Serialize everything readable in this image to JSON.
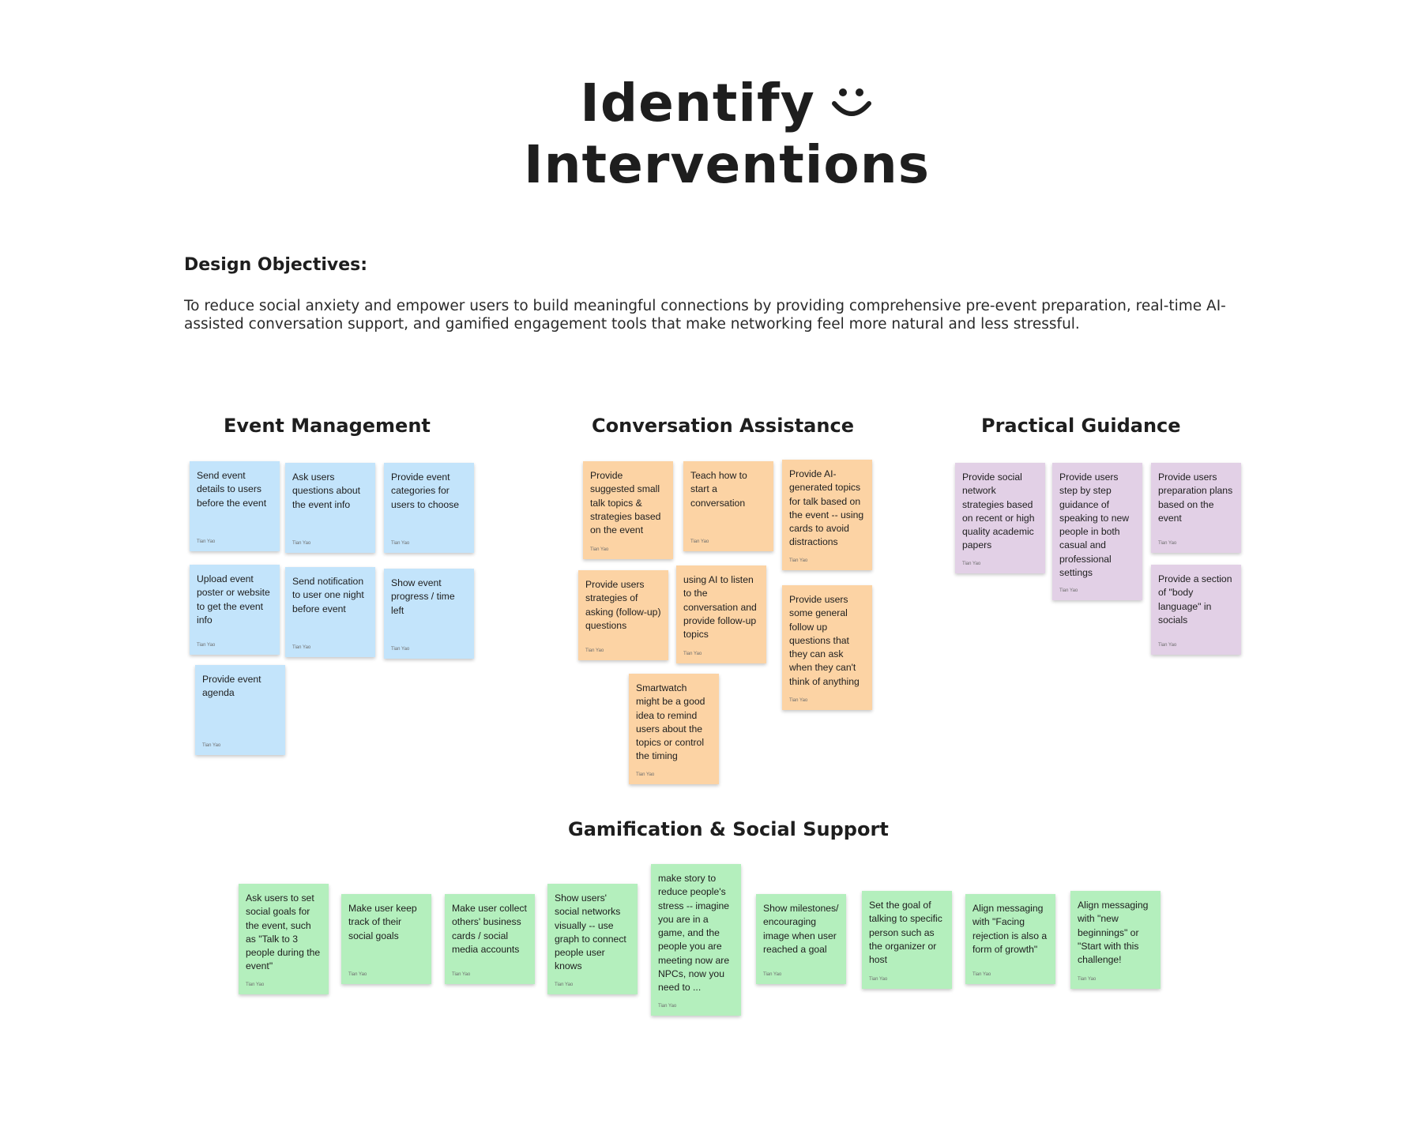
{
  "title": {
    "line1": "Identify",
    "line2": "Interventions"
  },
  "objectives": {
    "heading": "Design Objectives:",
    "text": "To reduce social anxiety and empower users to build meaningful connections by providing comprehensive pre-event preparation, real-time AI-assisted conversation support, and gamified engagement tools that make networking feel more natural and less stressful."
  },
  "colors": {
    "event_management": "#c3e4fb",
    "conversation_assistance": "#fcd3a4",
    "practical_guidance": "#e2d0e6",
    "gamification": "#b4efbd"
  },
  "groups": {
    "event_management": {
      "title": "Event Management",
      "notes": [
        {
          "text": "Send event details to users before the event",
          "author": "Tian Yao"
        },
        {
          "text": "Ask users questions about the event info",
          "author": "Tian Yao"
        },
        {
          "text": "Provide event categories for users to choose",
          "author": "Tian Yao"
        },
        {
          "text": "Upload event poster or website to get the event info",
          "author": "Tian Yao"
        },
        {
          "text": "Send notification to user one night before event",
          "author": "Tian Yao"
        },
        {
          "text": "Show event progress / time left",
          "author": "Tian Yao"
        },
        {
          "text": "Provide event agenda",
          "author": "Tian Yao"
        }
      ]
    },
    "conversation_assistance": {
      "title": "Conversation Assistance",
      "notes": [
        {
          "text": "Provide suggested small talk topics & strategies based on the event",
          "author": "Tian Yao"
        },
        {
          "text": "Teach how to start a conversation",
          "author": "Tian Yao"
        },
        {
          "text": "Provide AI-generated topics for talk based on the event -- using cards to avoid distractions",
          "author": "Tian Yao"
        },
        {
          "text": "Provide users strategies of asking (follow-up) questions",
          "author": "Tian Yao"
        },
        {
          "text": "using AI to listen to the conversation and provide follow-up topics",
          "author": "Tian Yao"
        },
        {
          "text": "Provide users some general follow up questions that they can ask when they can't think of anything",
          "author": "Tian Yao"
        },
        {
          "text": "Smartwatch might be a good idea to remind users about the topics or control the timing",
          "author": "Tian Yao"
        }
      ]
    },
    "practical_guidance": {
      "title": "Practical Guidance",
      "notes": [
        {
          "text": "Provide social network strategies based on recent or high quality academic papers",
          "author": "Tian Yao"
        },
        {
          "text": "Provide users step by step guidance of speaking to new people in both casual and professional settings",
          "author": "Tian Yao"
        },
        {
          "text": "Provide users preparation plans based on the event",
          "author": "Tian Yao"
        },
        {
          "text": "Provide a section of \"body language\" in socials",
          "author": "Tian Yao"
        }
      ]
    },
    "gamification": {
      "title": "Gamification & Social Support",
      "notes": [
        {
          "text": "Ask users to set social goals for the event, such as \"Talk to 3 people during the event\"",
          "author": "Tian Yao"
        },
        {
          "text": "Make user keep track of their social goals",
          "author": "Tian Yao"
        },
        {
          "text": "Make user collect others' business cards / social media accounts",
          "author": "Tian Yao"
        },
        {
          "text": "Show users' social networks visually -- use graph to connect people user knows",
          "author": "Tian Yao"
        },
        {
          "text": "make story to reduce people's stress -- imagine you are in a game, and the people you are meeting now are NPCs, now you need to ...",
          "author": "Tian Yao"
        },
        {
          "text": "Show milestones/ encouraging image when user reached a goal",
          "author": "Tian Yao"
        },
        {
          "text": "Set the goal of talking to specific person such as the organizer or host",
          "author": "Tian Yao"
        },
        {
          "text": "Align messaging with \"Facing rejection is also a form of growth\"",
          "author": "Tian Yao"
        },
        {
          "text": "Align messaging with \"new beginnings\" or \"Start with this challenge!",
          "author": "Tian Yao"
        }
      ]
    }
  }
}
